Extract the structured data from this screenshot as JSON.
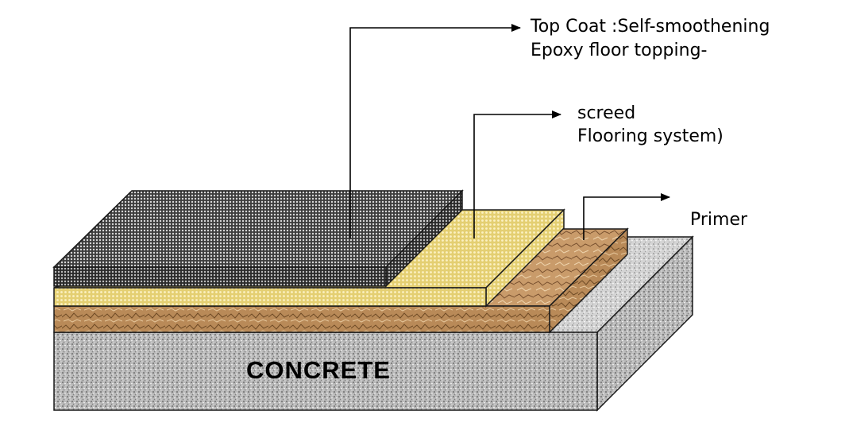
{
  "labels": {
    "topcoat_line1": "Top Coat :Self-smoothening",
    "topcoat_line2": "Epoxy floor topping-",
    "screed_line1": "screed",
    "screed_line2": "Flooring system)",
    "primer": "Primer",
    "concrete": "CONCRETE"
  },
  "colors": {
    "concrete": "#b8b8b8",
    "primer": "#b8895a",
    "screed": "#e6d27a",
    "topcoat": "#6f6f6f",
    "outline": "#1a1a1a"
  }
}
